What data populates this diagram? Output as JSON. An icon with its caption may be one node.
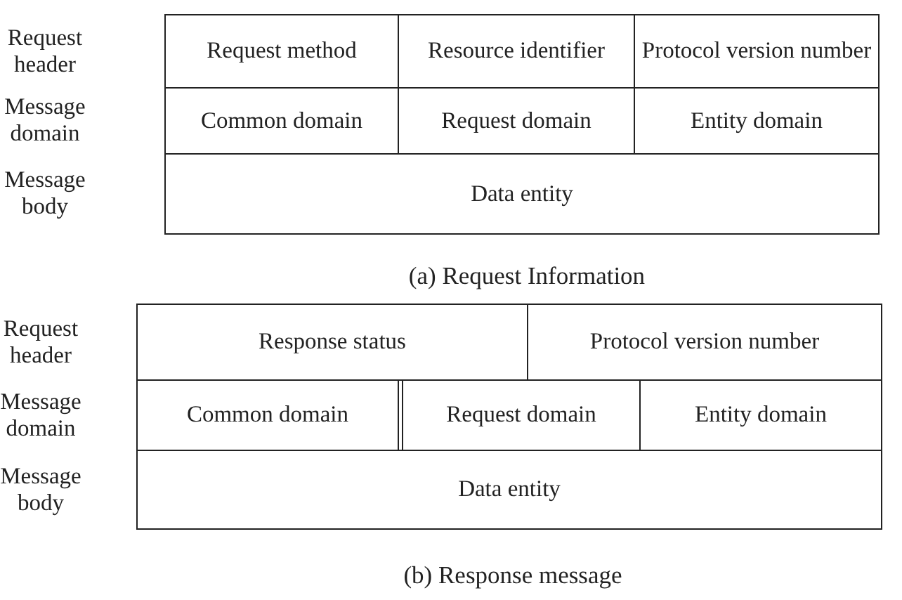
{
  "diagram": {
    "nodes": [
      {
        "text": [
          "Request method"
        ]
      },
      {
        "text": [
          "Resource identifier"
        ]
      },
      {
        "text": [
          "Protocol version number"
        ]
      },
      {
        "text": [
          "Common domain"
        ]
      },
      {
        "text": [
          "Request domain"
        ]
      },
      {
        "text": [
          "Entity domain"
        ]
      },
      {
        "text": [
          "Data entity"
        ]
      },
      {
        "text": [
          "Response status"
        ]
      },
      {
        "text": [
          "Protocol version number"
        ]
      },
      {
        "text": [
          "Common domain"
        ]
      },
      {
        "text": [
          "Request domain"
        ]
      },
      {
        "text": [
          "Entity domain"
        ]
      },
      {
        "text": [
          "Data entity"
        ]
      }
    ],
    "labels": [
      "Request header",
      "Message domain",
      "Message body",
      "(a) Request Information",
      "Request header",
      "Message domain",
      "Message body",
      "(b) Response message"
    ]
  }
}
